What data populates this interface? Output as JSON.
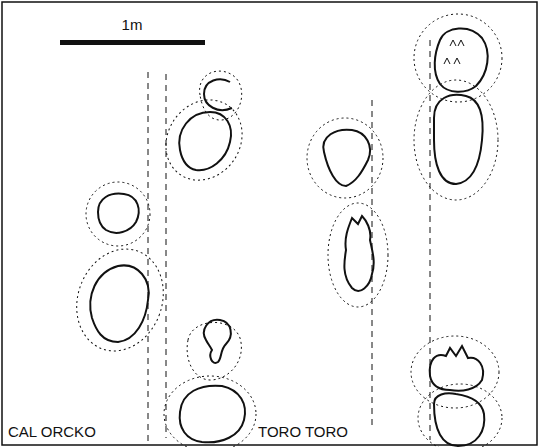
{
  "diagram": {
    "labels": [
      "1m",
      "CAL ORCKO",
      "TORO TORO"
    ]
  }
}
